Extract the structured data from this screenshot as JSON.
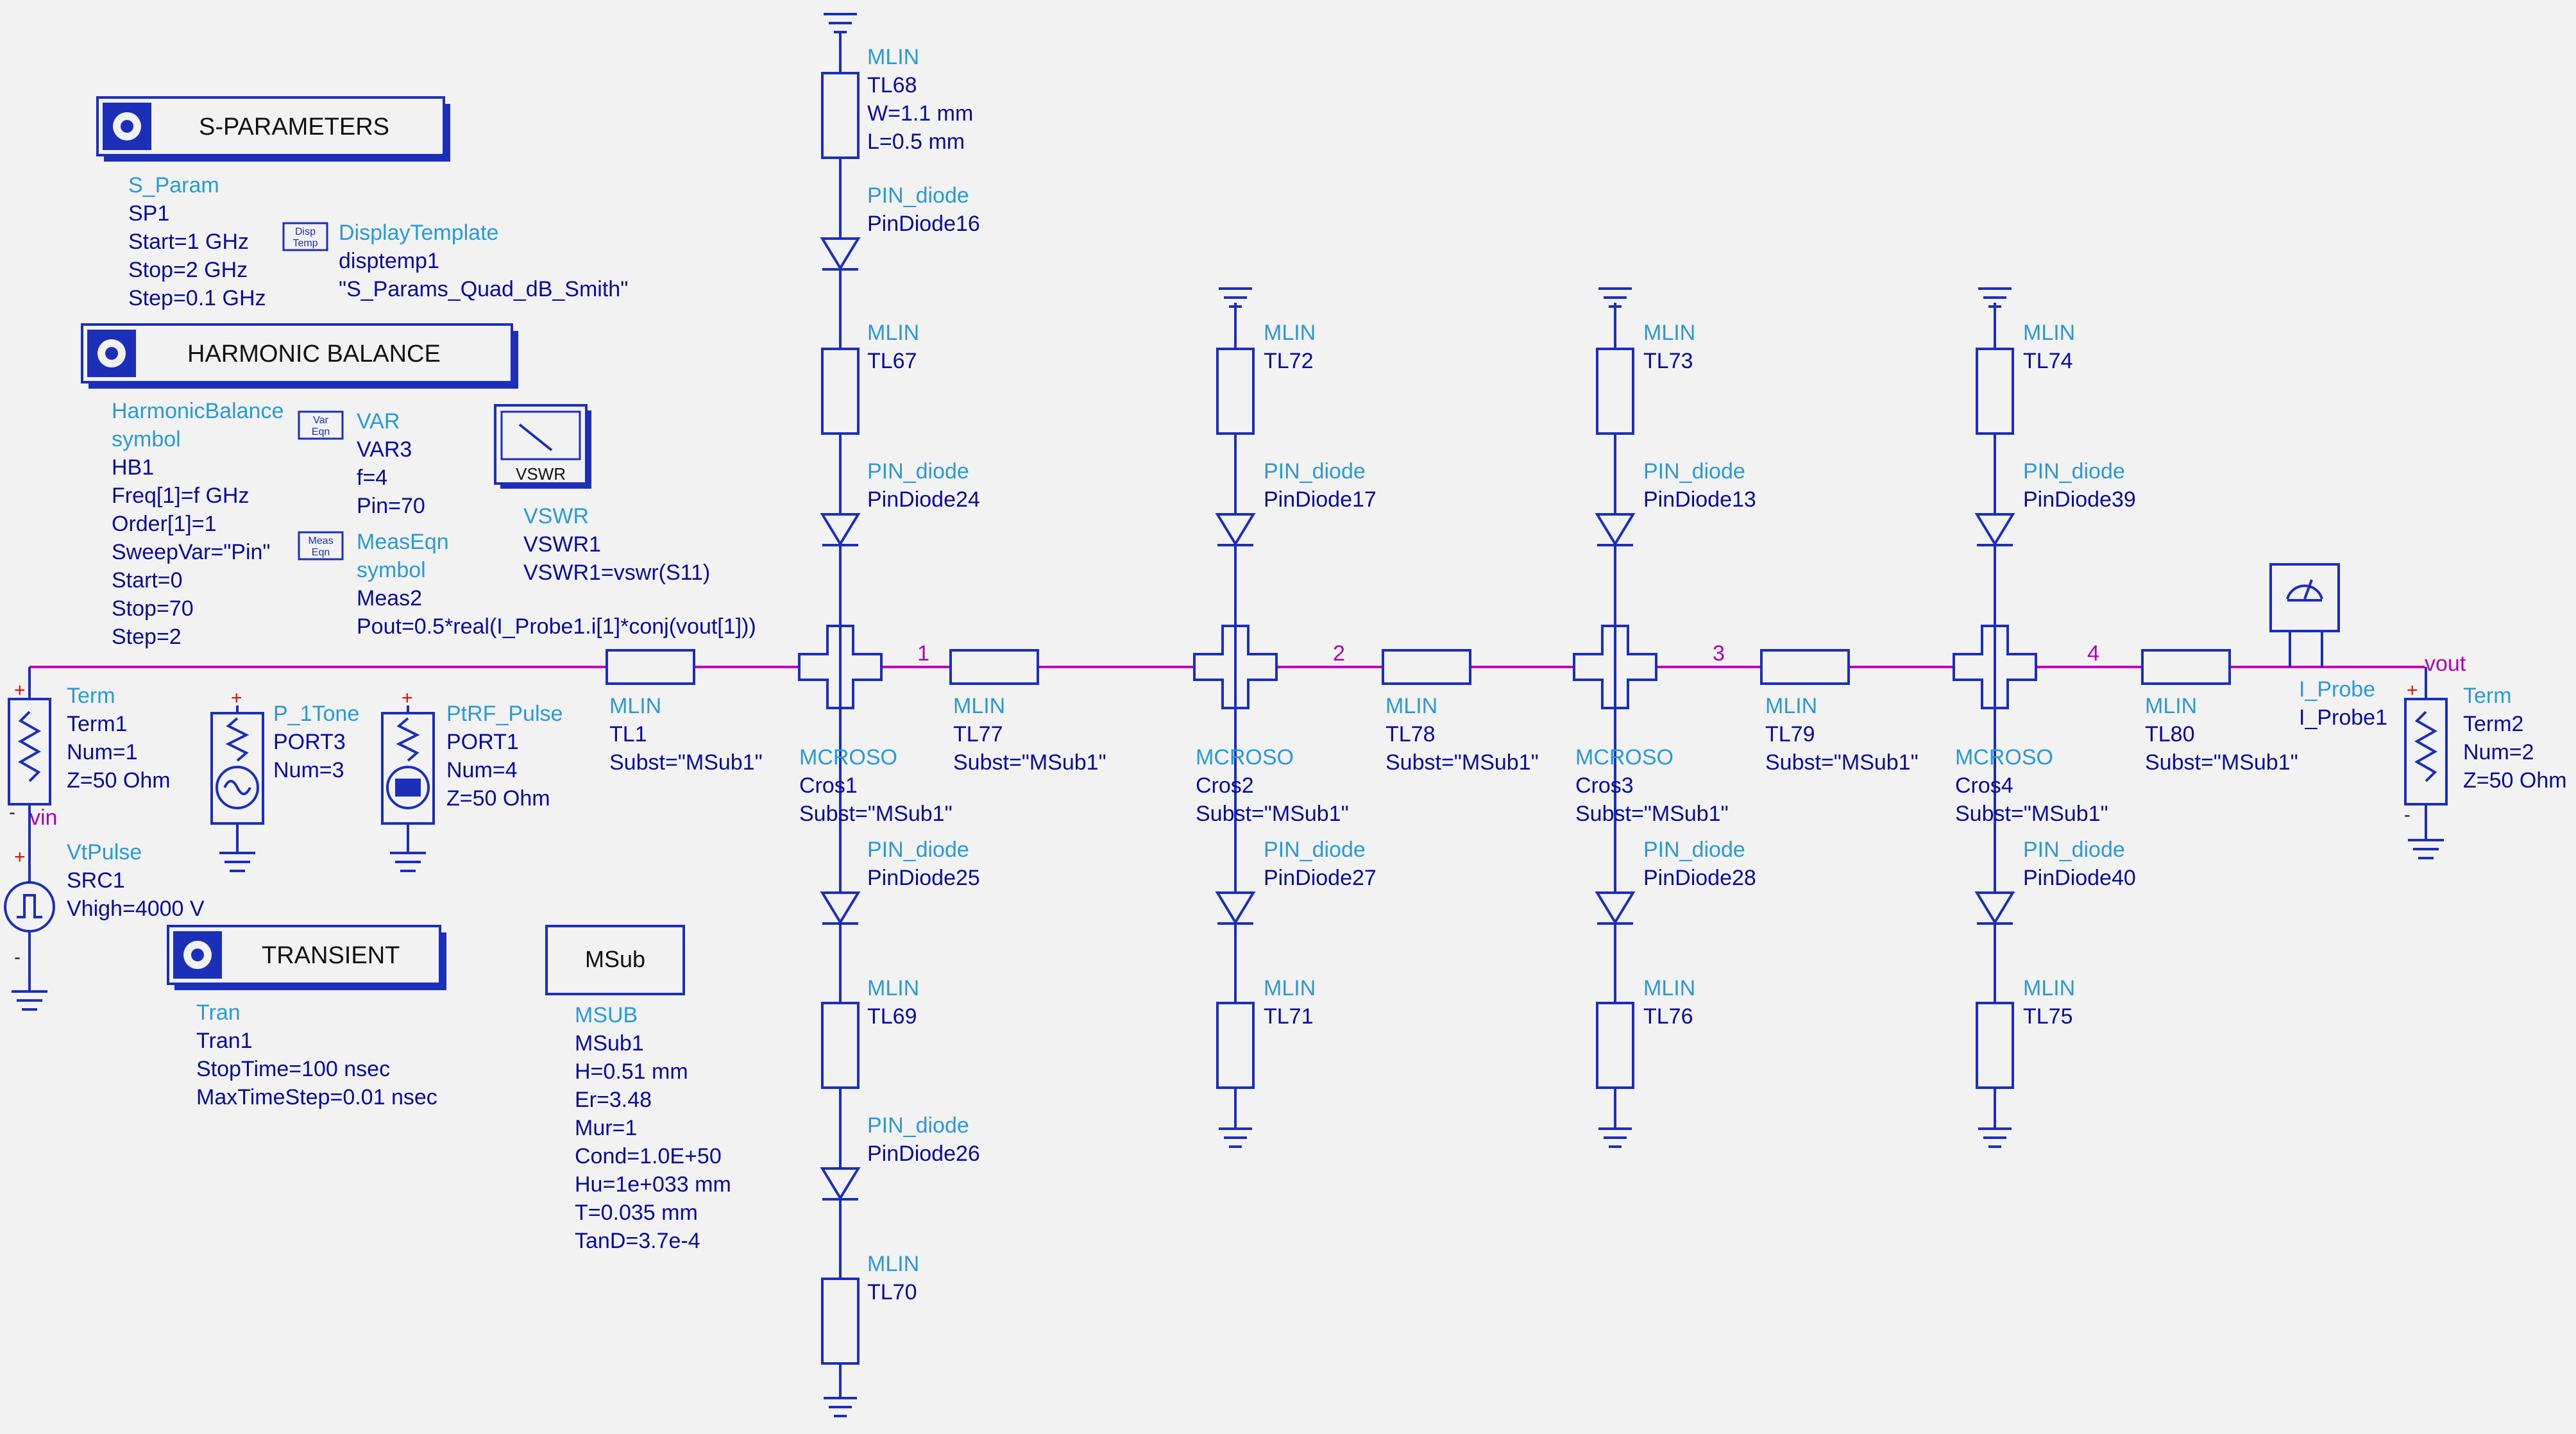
{
  "controllers": {
    "sparam": {
      "title": "S-PARAMETERS",
      "lines": [
        "S_Param",
        "SP1",
        "Start=1 GHz",
        "Stop=2 GHz",
        "Step=0.1 GHz"
      ]
    },
    "hb": {
      "title": "HARMONIC BALANCE",
      "lines": [
        "HarmonicBalance",
        "symbol",
        "HB1",
        "Freq[1]=f GHz",
        "Order[1]=1",
        "SweepVar=\"Pin\"",
        "Start=0",
        "Stop=70",
        "Step=2"
      ]
    },
    "tran": {
      "title": "TRANSIENT",
      "lines": [
        "Tran",
        "Tran1",
        "StopTime=100 nsec",
        "MaxTimeStep=0.01 nsec"
      ]
    },
    "disp": {
      "icon": "Disp\nTemp",
      "lines": [
        "DisplayTemplate",
        "disptemp1",
        "\"S_Params_Quad_dB_Smith\""
      ]
    },
    "var": {
      "icon": "Var\nEqn",
      "lines": [
        "VAR",
        "VAR3",
        "f=4",
        "Pin=70"
      ]
    },
    "meas": {
      "icon": "Meas\nEqn",
      "lines": [
        "MeasEqn",
        "symbol",
        "Meas2",
        "Pout=0.5*real(I_Probe1.i[1]*conj(vout[1]))"
      ]
    },
    "vswr": {
      "icon": "VSWR",
      "lines": [
        "VSWR",
        "VSWR1",
        "VSWR1=vswr(S11)"
      ]
    },
    "msub": {
      "icon": "MSub",
      "lines": [
        "MSUB",
        "MSub1",
        "H=0.51 mm",
        "Er=3.48",
        "Mur=1",
        "Cond=1.0E+50",
        "Hu=1e+033 mm",
        "T=0.035 mm",
        "TanD=3.7e-4"
      ]
    }
  },
  "sources": {
    "term1": [
      "Term",
      "Term1",
      "Num=1",
      "Z=50 Ohm"
    ],
    "p1tone": [
      "P_1Tone",
      "PORT3",
      "Num=3"
    ],
    "ptrf": [
      "PtRF_Pulse",
      "PORT1",
      "Num=4",
      "Z=50 Ohm"
    ],
    "vtpulse": [
      "VtPulse",
      "SRC1",
      "Vhigh=4000 V"
    ],
    "term2": [
      "Term",
      "Term2",
      "Num=2",
      "Z=50 Ohm"
    ],
    "iprobe": [
      "I_Probe",
      "I_Probe1"
    ]
  },
  "nets": {
    "vin": "vin",
    "vout": "vout",
    "n1": "1",
    "n2": "2",
    "n3": "3",
    "n4": "4"
  },
  "series_lines": [
    [
      "MLIN",
      "TL1",
      "Subst=\"MSub1\""
    ],
    [
      "MLIN",
      "TL77",
      "Subst=\"MSub1\""
    ],
    [
      "MLIN",
      "TL78",
      "Subst=\"MSub1\""
    ],
    [
      "MLIN",
      "TL79",
      "Subst=\"MSub1\""
    ],
    [
      "MLIN",
      "TL80",
      "Subst=\"MSub1\""
    ]
  ],
  "crosses": [
    [
      "MCROSO",
      "Cros1",
      "Subst=\"MSub1\""
    ],
    [
      "MCROSO",
      "Cros2",
      "Subst=\"MSub1\""
    ],
    [
      "MCROSO",
      "Cros3",
      "Subst=\"MSub1\""
    ],
    [
      "MCROSO",
      "Cros4",
      "Subst=\"MSub1\""
    ]
  ],
  "col1": {
    "tl68": [
      "MLIN",
      "TL68",
      "W=1.1 mm",
      "L=0.5 mm"
    ],
    "pd16": [
      "PIN_diode",
      "PinDiode16"
    ],
    "tl67": [
      "MLIN",
      "TL67"
    ],
    "pd24": [
      "PIN_diode",
      "PinDiode24"
    ],
    "pd25": [
      "PIN_diode",
      "PinDiode25"
    ],
    "tl69": [
      "MLIN",
      "TL69"
    ],
    "pd26": [
      "PIN_diode",
      "PinDiode26"
    ],
    "tl70": [
      "MLIN",
      "TL70"
    ]
  },
  "col2": {
    "top_tl": [
      "MLIN",
      "TL72"
    ],
    "top_pd": [
      "PIN_diode",
      "PinDiode17"
    ],
    "bot_pd": [
      "PIN_diode",
      "PinDiode27"
    ],
    "bot_tl": [
      "MLIN",
      "TL71"
    ]
  },
  "col3": {
    "top_tl": [
      "MLIN",
      "TL73"
    ],
    "top_pd": [
      "PIN_diode",
      "PinDiode13"
    ],
    "bot_pd": [
      "PIN_diode",
      "PinDiode28"
    ],
    "bot_tl": [
      "MLIN",
      "TL76"
    ]
  },
  "col4": {
    "top_tl": [
      "MLIN",
      "TL74"
    ],
    "top_pd": [
      "PIN_diode",
      "PinDiode39"
    ],
    "bot_pd": [
      "PIN_diode",
      "PinDiode40"
    ],
    "bot_tl": [
      "MLIN",
      "TL75"
    ]
  }
}
